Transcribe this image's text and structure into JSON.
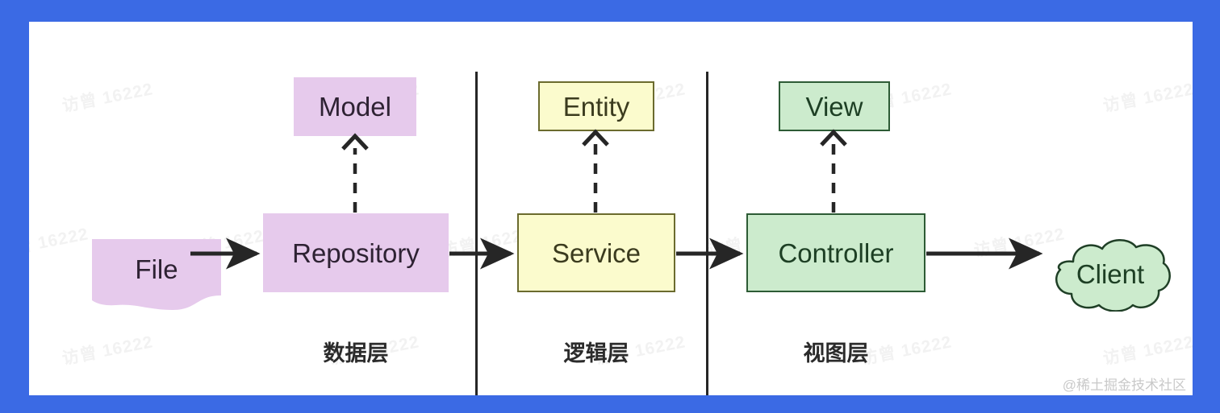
{
  "theme": {
    "outer_border_color": "#3b6ae4",
    "canvas_color": "#ffffff",
    "purple_fill": "#e6caec",
    "yellow_fill": "#fbfbcd",
    "yellow_stroke": "#6b6b2e",
    "green_fill": "#ccebcd",
    "green_stroke": "#2d5b35",
    "line_color": "#262626"
  },
  "diagram": {
    "nodes": {
      "file": "File",
      "model": "Model",
      "repository": "Repository",
      "entity": "Entity",
      "service": "Service",
      "view": "View",
      "controller": "Controller",
      "client": "Client"
    },
    "layers": [
      {
        "label": "数据层"
      },
      {
        "label": "逻辑层"
      },
      {
        "label": "视图层"
      }
    ]
  },
  "watermark": {
    "text": "访曾 16222",
    "credit": "@稀土掘金技术社区"
  }
}
